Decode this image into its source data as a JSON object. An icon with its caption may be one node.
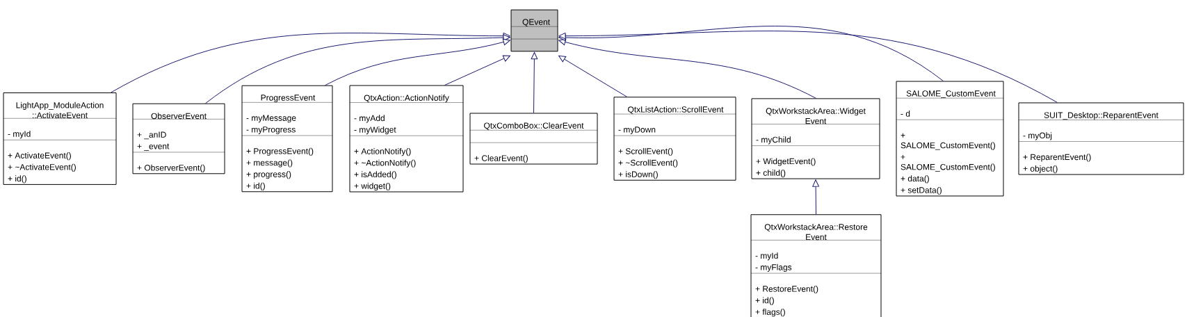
{
  "diagram": {
    "nodes": [
      {
        "text": [
          "QEvent"
        ]
      },
      {
        "text": [
          "LightApp_ModuleAction ::ActivateEvent",
          "- myId",
          "+ ActivateEvent()",
          "+ ~ActivateEvent()",
          "+ id()"
        ]
      },
      {
        "text": [
          "ObserverEvent",
          "+ _anID",
          "+ _event",
          "+ ObserverEvent()"
        ]
      },
      {
        "text": [
          "ProgressEvent",
          "- myMessage",
          "- myProgress",
          "+ ProgressEvent()",
          "+ message()",
          "+ progress()",
          "+ id()"
        ]
      },
      {
        "text": [
          "QtxAction::ActionNotify",
          "- myAdd",
          "- myWidget",
          "+ ActionNotify()",
          "+ ~ActionNotify()",
          "+ isAdded()",
          "+ widget()"
        ]
      },
      {
        "text": [
          "QtxComboBox::ClearEvent",
          "+ ClearEvent()"
        ]
      },
      {
        "text": [
          "QtxListAction::ScrollEvent",
          "- myDown",
          "+ ScrollEvent()",
          "+ ~ScrollEvent()",
          "+ isDown()"
        ]
      },
      {
        "text": [
          "QtxWorkstackArea::Widget Event",
          "- myChild",
          "+ WidgetEvent()",
          "+ child()"
        ]
      },
      {
        "text": [
          "SALOME_CustomEvent",
          "- d",
          "+ SALOME_CustomEvent()",
          "+ SALOME_CustomEvent()",
          "+ data()",
          "+ setData()"
        ]
      },
      {
        "text": [
          "SUIT_Desktop::ReparentEvent",
          "- myObj",
          "+ ReparentEvent()",
          "+ object()"
        ]
      },
      {
        "text": [
          "QtxWorkstackArea::Restore Event",
          "- myId",
          "- myFlags",
          "+ RestoreEvent()",
          "+ id()",
          "+ flags()"
        ]
      }
    ],
    "edges": [
      {
        "from": 1,
        "to": 0,
        "arrow": "to"
      },
      {
        "from": 2,
        "to": 0,
        "arrow": "to"
      },
      {
        "from": 3,
        "to": 0,
        "arrow": "to"
      },
      {
        "from": 4,
        "to": 0,
        "arrow": "to"
      },
      {
        "from": 5,
        "to": 0,
        "arrow": "to"
      },
      {
        "from": 6,
        "to": 0,
        "arrow": "to"
      },
      {
        "from": 7,
        "to": 0,
        "arrow": "to"
      },
      {
        "from": 8,
        "to": 0,
        "arrow": "to"
      },
      {
        "from": 9,
        "to": 0,
        "arrow": "to"
      },
      {
        "from": 10,
        "to": 7,
        "arrow": "to"
      }
    ]
  }
}
